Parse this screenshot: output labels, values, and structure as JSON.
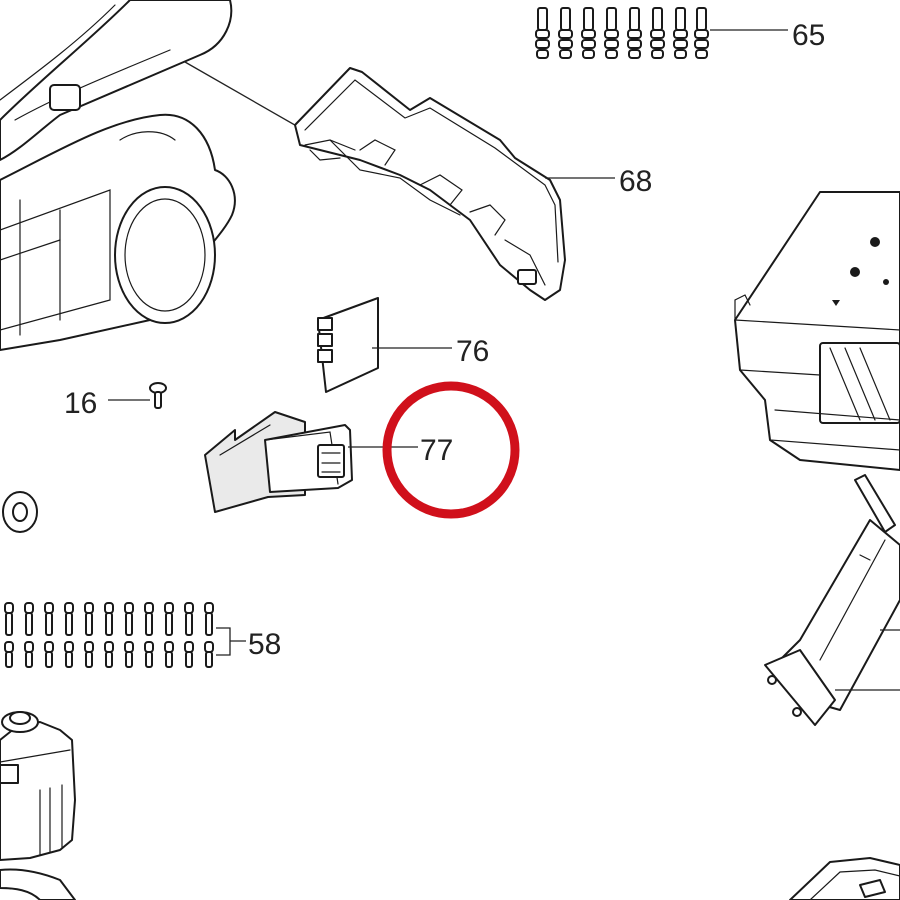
{
  "callouts": {
    "c65": "65",
    "c68": "68",
    "c76": "76",
    "c16": "16",
    "c77": "77",
    "c58": "58"
  },
  "highlight": {
    "target": "77",
    "color": "#d0101b"
  }
}
